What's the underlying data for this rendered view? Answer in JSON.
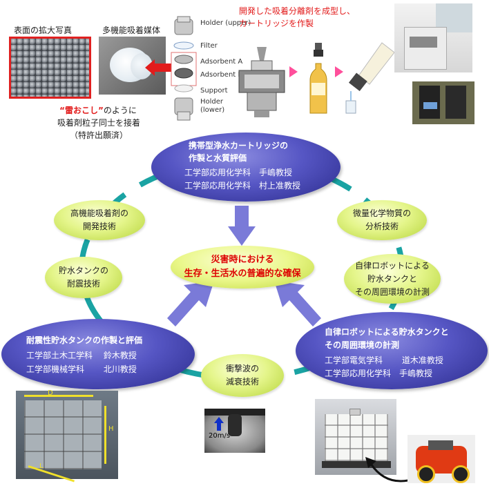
{
  "top": {
    "photo_caption": "表面の拡大写真",
    "media_caption": "多機能吸着媒体",
    "note_quote": "“雷おこし”",
    "note_line1_rest": "のように",
    "note_line2": "吸着剤粒子同士を接着",
    "note_line3": "（特許出願済）",
    "parts": {
      "holder_upper": "Holder (upper)",
      "filter": "Filter",
      "adsorbent_a": "Adsorbent A",
      "adsorbent_b": "Adsorbent B",
      "support": "Support",
      "holder_lower": "Holder (lower)"
    },
    "red_note_line1": "開発した吸着分離剤を成型し、",
    "red_note_line2": "カートリッジを作製"
  },
  "nodes": {
    "top": {
      "title1": "携帯型浄水カートリッジの",
      "title2": "作製と水質評価",
      "line1": "工学部応用化学科　手嶋教授",
      "line2": "工学部応用化学科　村上准教授"
    },
    "left": {
      "title": "耐震性貯水タンクの作製と評価",
      "line1": "工学部土木工学科　 鈴木教授",
      "line2": "工学部機械学科　　 北川教授"
    },
    "right": {
      "title1": "自律ロボットによる貯水タンクと",
      "title2": "その周囲環境の計測",
      "line1": "工学部電気学科　　 道木准教授",
      "line2": "工学部応用化学科　手嶋教授"
    }
  },
  "bubbles": {
    "adsorbent": [
      "高機能吸着剤の",
      "開発技術"
    ],
    "micro": [
      "微量化学物質の",
      "分析技術"
    ],
    "tank": [
      "貯水タンクの",
      "耐震技術"
    ],
    "robot": [
      "自律ロボットによる",
      "貯水タンクと",
      "その周囲環境の計測"
    ],
    "shock": [
      "衝撃波の",
      "減衰技術"
    ]
  },
  "center": {
    "line1": "災害時における",
    "line2": "生存・生活水の普遍的な確保"
  },
  "photos": {
    "dim_d": "D",
    "dim_h": "H",
    "dim_l": "L",
    "speed": "20m/s"
  },
  "colors": {
    "ring": "#1aa3a3",
    "arrow": "#7a7ad8",
    "red_arrow": "#e21b1b",
    "pink_arrow": "#ff4f9b"
  }
}
